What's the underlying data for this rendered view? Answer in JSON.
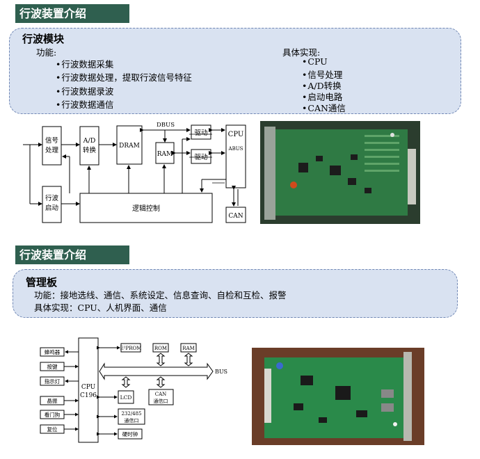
{
  "banner1": "行波装置介绍",
  "banner2": "行波装置介绍",
  "section1": {
    "title": "行波模块",
    "function_label": "功能:",
    "functions": [
      "行波数据采集",
      "行波数据处理，提取行波信号特征",
      "行波数据录波",
      "行波数据通信"
    ],
    "impl_label": "具体实现:",
    "impls": [
      "CPU",
      "信号处理",
      "A/D转换",
      "启动电路",
      "CAN通信"
    ]
  },
  "section2": {
    "title": "管理板",
    "function_line": "功能：接地选线、通信、系统设定、信息查询、自检和互检、报警",
    "impl_line": "具体实现：CPU、人机界面、通信"
  },
  "diagram1": {
    "signal_proc": [
      "信号",
      "处理"
    ],
    "ad": [
      "A/D",
      "转换"
    ],
    "dram": "DRAM",
    "dbus": "DBUS",
    "drive1": "驱动",
    "drive2": "驱动",
    "ram": "RAM",
    "cpu": "CPU",
    "abus": "ABUS",
    "start": [
      "行波",
      "启动"
    ],
    "logic": "逻辑控制",
    "can": "CAN"
  },
  "diagram2": {
    "left_items": [
      "蜂鸣器",
      "按键",
      "指示灯",
      "晶振",
      "看门狗",
      "复位"
    ],
    "cpu": [
      "CPU",
      "C196"
    ],
    "e2prom": "E²PROM",
    "rom": "ROM",
    "ram": "RAM",
    "bus": "BUS",
    "lcd": "LCD",
    "can": [
      "CAN",
      "通信口"
    ],
    "serial": [
      "232/485",
      "通信口"
    ],
    "rtc": "硬时钟"
  }
}
